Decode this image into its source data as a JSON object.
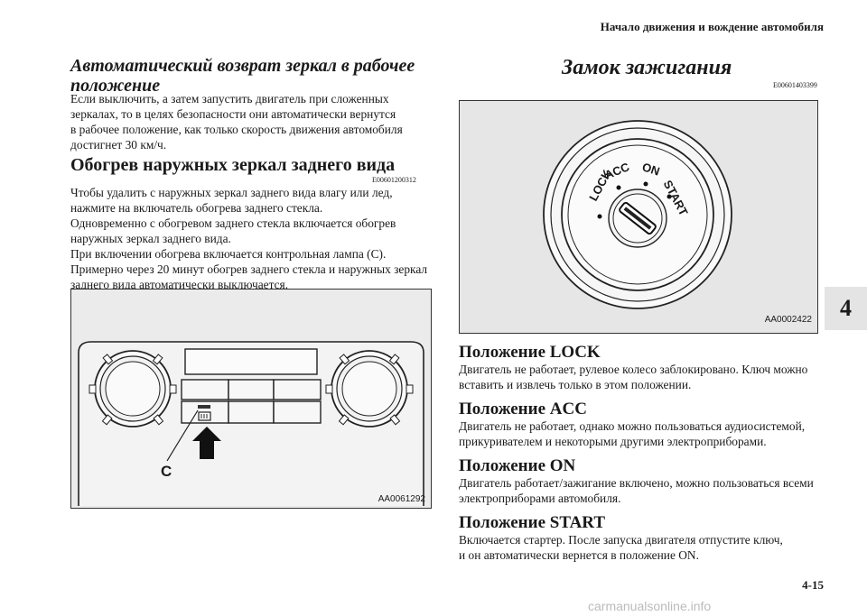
{
  "header": {
    "running_title": "Начало движения и вождение автомобиля",
    "section_tab": "4",
    "page_number": "4-15"
  },
  "left": {
    "auto_return": {
      "title_line1": "Автоматический возврат зеркал в рабочее",
      "title_line2": "положение",
      "body": [
        "Если выключить, а затем запустить двигатель при сложенных",
        "зеркалах, то в целях безопасности они автоматически вернутся",
        "в рабочее положение, как только скорость движения автомобиля",
        "достигнет 30 км/ч."
      ]
    },
    "heating": {
      "title": "Обогрев наружных зеркал заднего вида",
      "code": "E00601200312",
      "body": [
        "Чтобы удалить с наружных зеркал заднего вида влагу или лед,",
        "нажмите на включатель обогрева заднего стекла.",
        "Одновременно с обогревом заднего стекла включается обогрев",
        "наружных зеркал заднего вида.",
        "При включении обогрева включается контрольная лампа (C).",
        "Примерно через 20 минут обогрев заднего стекла и наружных зеркал",
        "заднего вида автоматически выключается."
      ]
    },
    "figure": {
      "callout": "C",
      "code": "AA0061292"
    }
  },
  "right": {
    "ignition": {
      "title": "Замок зажигания",
      "code": "E00601403399"
    },
    "figure": {
      "label_lock": "LOCK",
      "label_acc": "ACC",
      "label_on": "ON",
      "label_start": "START",
      "code": "AA0002422"
    },
    "positions": [
      {
        "title": "Положение LOCK",
        "body": [
          "Двигатель не работает, рулевое колесо заблокировано. Ключ можно",
          "вставить и извлечь только в этом положении."
        ]
      },
      {
        "title": "Положение ACC",
        "body": [
          "Двигатель не работает, однако можно пользоваться аудиосистемой,",
          "прикуривателем и некоторыми другими электроприборами."
        ]
      },
      {
        "title": "Положение ON",
        "body": [
          "Двигатель работает/зажигание включено, можно пользоваться всеми",
          "электроприборами автомобиля."
        ]
      },
      {
        "title": "Положение START",
        "body": [
          "Включается стартер. После запуска двигателя отпустите ключ,",
          "и он автоматически вернется в положение ON."
        ]
      }
    ]
  },
  "watermark": "carmanualsonline.info"
}
